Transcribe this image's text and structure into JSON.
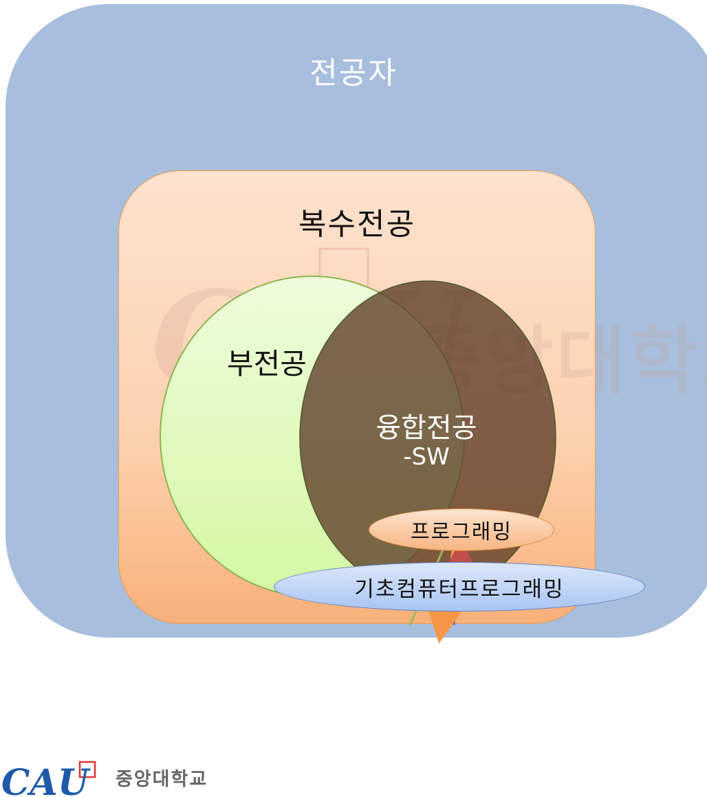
{
  "diagram": {
    "outer_label": "전공자",
    "double_major_label": "복수전공",
    "minor_label": "부전공",
    "fusion_label": "융합전공",
    "fusion_sub": "-SW",
    "programming_label": "프로그래밍",
    "basic_label": "기초컴퓨터프로그래밍"
  },
  "watermark": {
    "text": "중앙대학교 [",
    "logo_text": "CAU"
  },
  "logo": {
    "university": "중앙대학교",
    "mark": "CAU"
  },
  "colors": {
    "outer": "#a7bfdd",
    "double_major": "#fcd1ae",
    "minor": "#dff7b8",
    "fusion": "#6b4a35",
    "arrow_red": "#c0504d",
    "arrow_orange": "#f79646",
    "line_green": "#9bbb59",
    "line_purple": "#8064a2"
  }
}
